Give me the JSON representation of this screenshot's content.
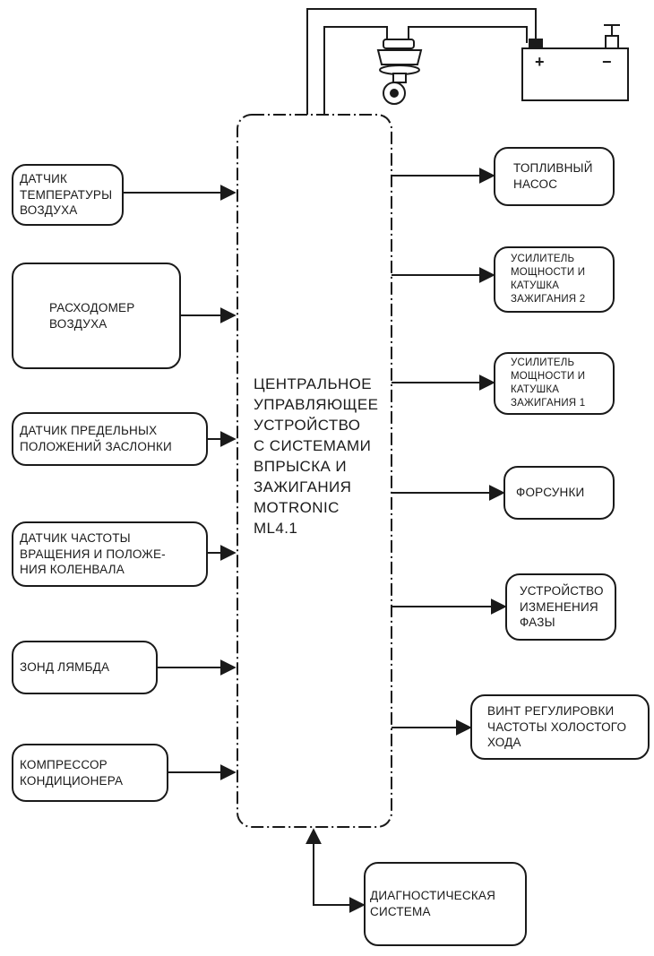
{
  "ecu": {
    "label": "ЦЕНТРАЛЬНОЕ\nУПРАВЛЯЮЩЕЕ\nУСТРОЙСТВО\nС СИСТЕМАМИ\nВПРЫСКА И\nЗАЖИГАНИЯ\nMOTRONIC\nML4.1"
  },
  "battery": {
    "plus": "+",
    "minus": "−"
  },
  "inputs": [
    {
      "id": "air-temp-sensor",
      "label": "ДАТЧИК\nТЕМПЕРАТУРЫ\nВОЗДУХА"
    },
    {
      "id": "air-flow-meter",
      "label": "РАСХОДОМЕР\nВОЗДУХА"
    },
    {
      "id": "throttle-position-sensor",
      "label": "ДАТЧИК ПРЕДЕЛЬНЫХ\nПОЛОЖЕНИЙ ЗАСЛОНКИ"
    },
    {
      "id": "crankshaft-sensor",
      "label": "ДАТЧИК ЧАСТОТЫ\nВРАЩЕНИЯ И ПОЛОЖЕ-\nНИЯ КОЛЕНВАЛА"
    },
    {
      "id": "lambda-probe",
      "label": "ЗОНД ЛЯМБДА"
    },
    {
      "id": "ac-compressor",
      "label": "КОМПРЕССОР\nКОНДИЦИОНЕРА"
    }
  ],
  "outputs": [
    {
      "id": "fuel-pump",
      "label": "ТОПЛИВНЫЙ\nНАСОС"
    },
    {
      "id": "amplifier-coil-2",
      "label": "УСИЛИТЕЛЬ\nМОЩНОСТИ И\nКАТУШКА\nЗАЖИГАНИЯ 2"
    },
    {
      "id": "amplifier-coil-1",
      "label": "УСИЛИТЕЛЬ\nМОЩНОСТИ И\nКАТУШКА\nЗАЖИГАНИЯ 1"
    },
    {
      "id": "injectors",
      "label": "ФОРСУНКИ"
    },
    {
      "id": "phase-shifter",
      "label": "УСТРОЙСТВО\nИЗМЕНЕНИЯ\nФАЗЫ"
    },
    {
      "id": "idle-screw",
      "label": "ВИНТ РЕГУЛИРОВКИ\nЧАСТОТЫ ХОЛОСТОГО\nХОДА"
    }
  ],
  "diagnostic": {
    "label": "ДИАГНОСТИЧЕСКАЯ\nСИСТЕМА"
  }
}
